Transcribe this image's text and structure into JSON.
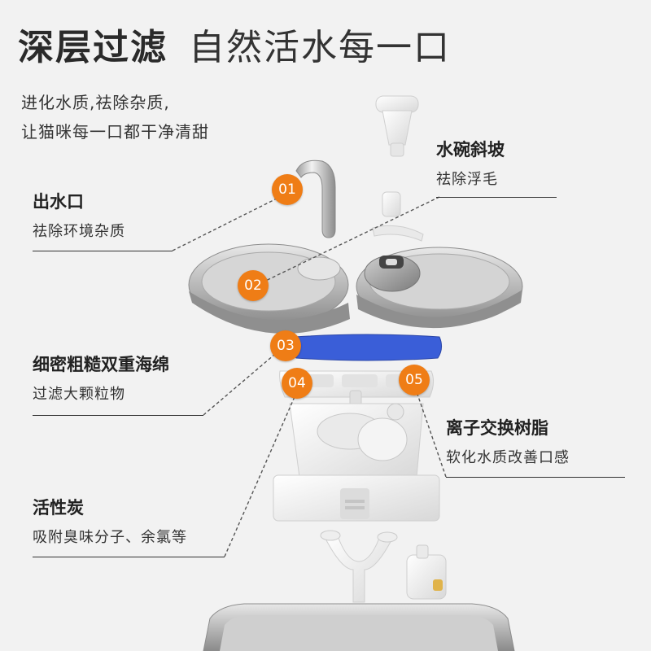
{
  "headline": {
    "strong": "深层过滤",
    "light": "自然活水每一口"
  },
  "intro": {
    "line1": "进化水质,祛除杂质,",
    "line2": "让猫咪每一口都干净清甜"
  },
  "features": {
    "outlet": {
      "title": "出水口",
      "sub": "祛除环境杂质"
    },
    "slope": {
      "title": "水碗斜坡",
      "sub": "祛除浮毛"
    },
    "sponge": {
      "title": "细密粗糙双重海绵",
      "sub": "过滤大颗粒物"
    },
    "resin": {
      "title": "离子交换树脂",
      "sub": "软化水质改善口感"
    },
    "carbon": {
      "title": "活性炭",
      "sub": "吸附臭味分子、余氯等"
    }
  },
  "badges": [
    "01",
    "02",
    "03",
    "04",
    "05"
  ],
  "colors": {
    "background": "#f2f2f2",
    "badge": "#ef7d16",
    "sponge": "#3a5ed8",
    "text": "#2b2b2b"
  }
}
